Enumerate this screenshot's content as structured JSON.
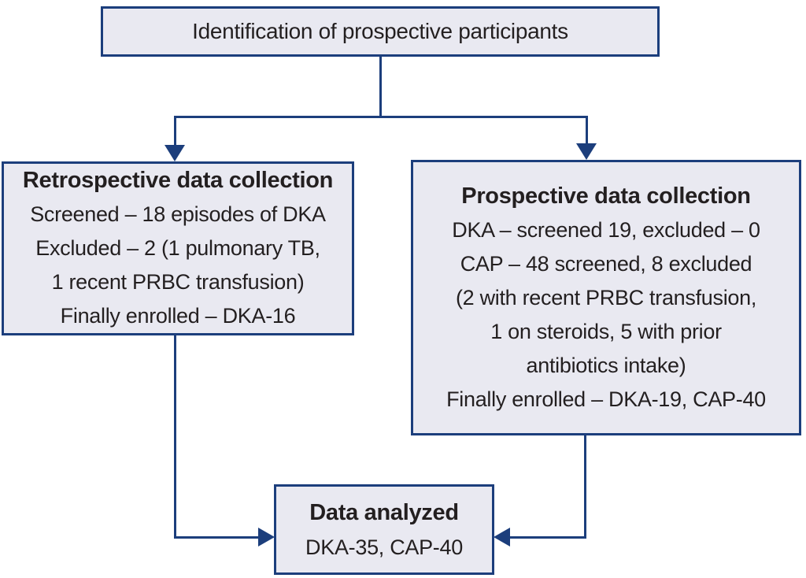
{
  "colors": {
    "line": "#1c3e7c",
    "box_fill": "#e9e9f1",
    "text": "#231f20",
    "background": "#ffffff"
  },
  "flowchart": {
    "top": {
      "title": "Identification of prospective participants"
    },
    "retrospective": {
      "title": "Retrospective data collection",
      "lines": [
        "Screened – 18 episodes of DKA",
        "Excluded – 2 (1 pulmonary TB,",
        "1 recent PRBC transfusion)",
        "Finally enrolled – DKA-16"
      ]
    },
    "prospective": {
      "title": "Prospective data collection",
      "lines": [
        "DKA – screened 19, excluded – 0",
        "CAP – 48 screened, 8 excluded",
        "(2 with recent PRBC transfusion,",
        "1 on steroids, 5 with prior",
        "antibiotics intake)",
        "Finally enrolled – DKA-19, CAP-40"
      ]
    },
    "analyzed": {
      "title": "Data analyzed",
      "lines": [
        "DKA-35, CAP-40"
      ]
    }
  }
}
